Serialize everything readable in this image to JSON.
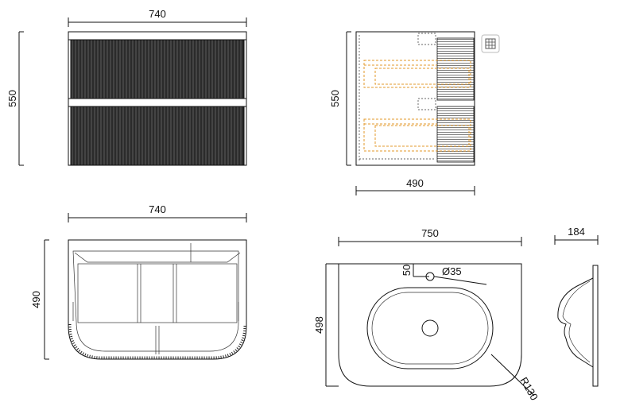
{
  "dimensions": {
    "front_width": "740",
    "front_height": "550",
    "side_height": "550",
    "side_depth": "490",
    "top_width": "740",
    "top_depth": "490",
    "basin_width": "750",
    "basin_depth": "498",
    "basin_profile_width": "184",
    "tap_offset": "50",
    "tap_hole": "Ø35",
    "corner_radius": "R130"
  },
  "colors": {
    "line": "#111111",
    "fluting": "#2b2b2b",
    "drawer_outline": "#e39a2b"
  },
  "icons": {
    "view_toggle": "grid-view-icon"
  }
}
